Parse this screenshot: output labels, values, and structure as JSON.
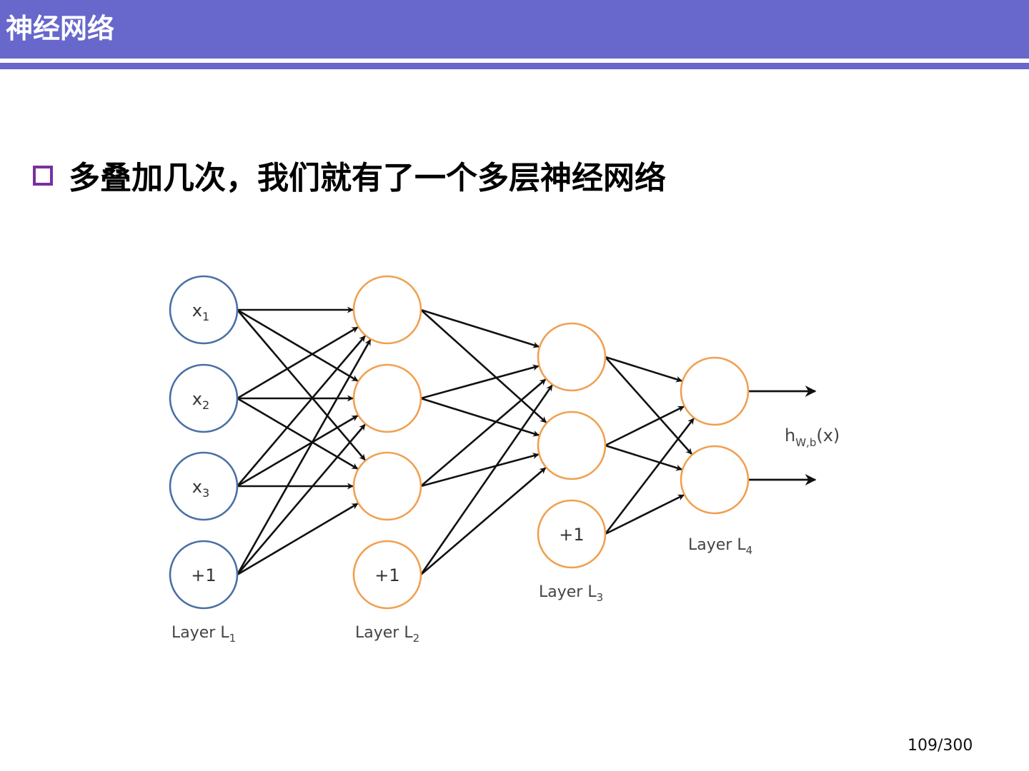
{
  "header": {
    "title": "神经网络"
  },
  "content": {
    "bullet_text": "多叠加几次，我们就有了一个多层神经网络"
  },
  "diagram": {
    "layers": [
      {
        "label": "Layer L",
        "sub": "1",
        "nodes": [
          {
            "main": "x",
            "sub": "1"
          },
          {
            "main": "x",
            "sub": "2"
          },
          {
            "main": "x",
            "sub": "3"
          },
          {
            "main": "+1",
            "sub": ""
          }
        ],
        "bias_last": true
      },
      {
        "label": "Layer L",
        "sub": "2",
        "nodes": [
          {
            "main": "",
            "sub": ""
          },
          {
            "main": "",
            "sub": ""
          },
          {
            "main": "",
            "sub": ""
          },
          {
            "main": "+1",
            "sub": ""
          }
        ],
        "bias_last": true
      },
      {
        "label": "Layer L",
        "sub": "3",
        "nodes": [
          {
            "main": "",
            "sub": ""
          },
          {
            "main": "",
            "sub": ""
          },
          {
            "main": "+1",
            "sub": ""
          }
        ],
        "bias_last": true
      },
      {
        "label": "Layer L",
        "sub": "4",
        "nodes": [
          {
            "main": "",
            "sub": ""
          },
          {
            "main": "",
            "sub": ""
          }
        ],
        "bias_last": false
      }
    ],
    "output_label": {
      "main": "h",
      "sub": "W,b",
      "suffix": "(x)"
    },
    "colors": {
      "input": "#4a6fa5",
      "hidden": "#f0a050",
      "edge": "#111111"
    }
  },
  "footer": {
    "page_number": "109/300"
  }
}
